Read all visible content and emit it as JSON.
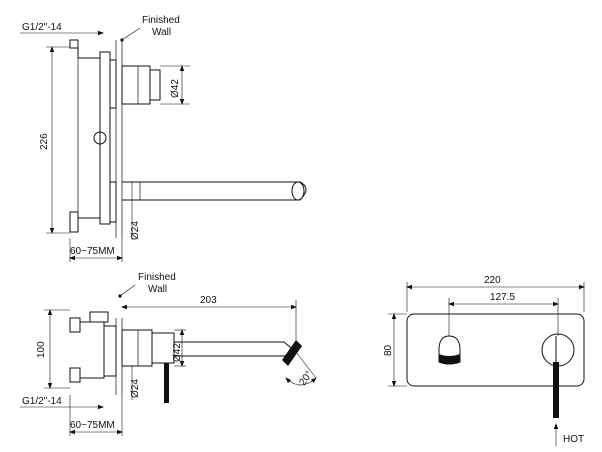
{
  "top_view": {
    "thread_label": "G1/2\"-14",
    "finished_wall_line1": "Finished",
    "finished_wall_line2": "Wall",
    "height_dim": "226",
    "handle_dia": "Ø42",
    "spout_dia": "Ø24",
    "depth_range": "60~75MM"
  },
  "side_view": {
    "finished_wall_line1": "Finished",
    "finished_wall_line2": "Wall",
    "spout_length": "203",
    "height_dim": "100",
    "handle_dia": "Ø42",
    "spout_dia": "Ø24",
    "angle": "20°",
    "thread_label": "G1/2\"-14",
    "depth_range": "60~75MM"
  },
  "front_view": {
    "plate_width": "220",
    "center_distance": "127.5",
    "plate_height": "80",
    "hot_label": "HOT"
  }
}
